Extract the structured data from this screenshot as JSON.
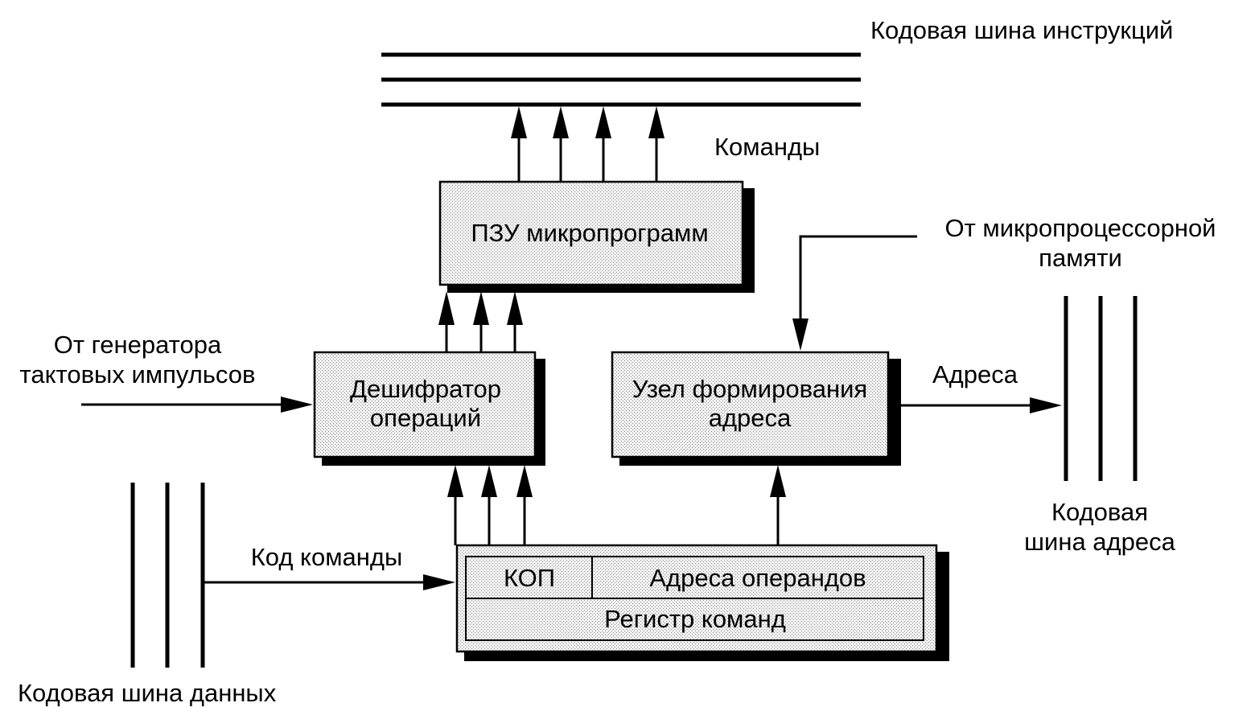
{
  "labels": {
    "instruction_bus": "Кодовая шина инструкций",
    "commands": "Команды",
    "from_clock_line1": "От генератора",
    "from_clock_line2": "тактовых импульсов",
    "from_memory_line1": "От микропроцессорной",
    "from_memory_line2": "памяти",
    "addresses": "Адреса",
    "address_bus_line1": "Кодовая",
    "address_bus_line2": "шина адреса",
    "instruction_code": "Код команды",
    "data_bus": "Кодовая шина  данных"
  },
  "blocks": {
    "microprogram_rom": "ПЗУ микропрограмм",
    "op_decoder_line1": "Дешифратор",
    "op_decoder_line2": "операций",
    "addr_unit_line1": "Узел формирования",
    "addr_unit_line2": "адреса",
    "opcode_field": "КОП",
    "operand_addresses": "Адреса операндов",
    "instruction_register": "Регистр команд"
  }
}
